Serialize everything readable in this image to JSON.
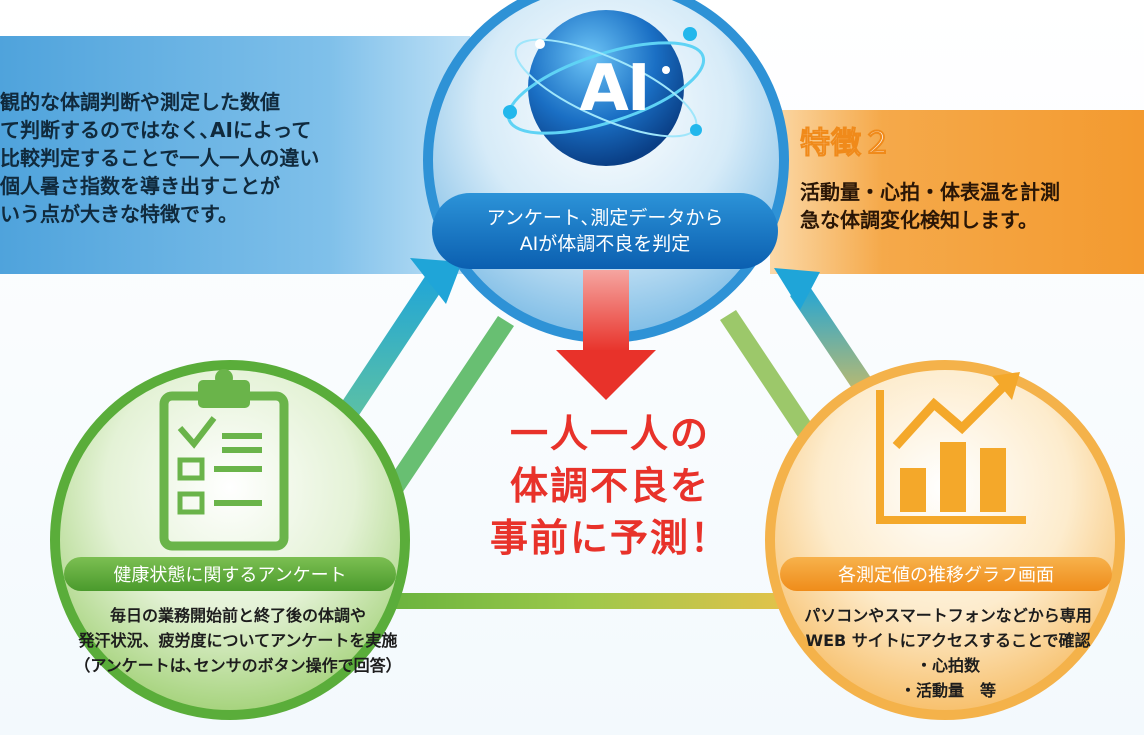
{
  "left_panel": {
    "text": "観的な体調判断や測定した数値\nて判断するのではなく､AIによって\n比較判定することで一人一人の違い\n個人暑さ指数を導き出すことが\nいう点が大きな特徴です。"
  },
  "right_panel": {
    "title": "特徴２",
    "text": "活動量・心拍・体表温を計測\n急な体調変化検知します。"
  },
  "ai_node": {
    "logo": "AI",
    "label_line1": "アンケート､測定データから",
    "label_line2": "AIが体調不良を判定"
  },
  "prediction": {
    "line1": "一人一人の",
    "line2": "体調不良を",
    "line3": "事前に予測！"
  },
  "survey_node": {
    "icon": "clipboard-checklist-icon",
    "label": "健康状態に関するアンケート",
    "desc_line1": "毎日の業務開始前と終了後の体調や",
    "desc_line2": "発汗状況、疲労度についてアンケートを実施",
    "desc_line3": "（アンケートは､センサのボタン操作で回答）"
  },
  "graph_node": {
    "icon": "bar-chart-trend-icon",
    "label": "各測定値の推移グラフ画面",
    "desc_line1": "パソコンやスマートフォンなどから専用",
    "desc_line2": "WEB サイトにアクセスすることで確認",
    "desc_line3": "・心拍数",
    "desc_line4": "・活動量　等"
  },
  "colors": {
    "blue": "#1a78c8",
    "green": "#5aad3a",
    "orange": "#f39a2f",
    "red": "#e8322a"
  }
}
